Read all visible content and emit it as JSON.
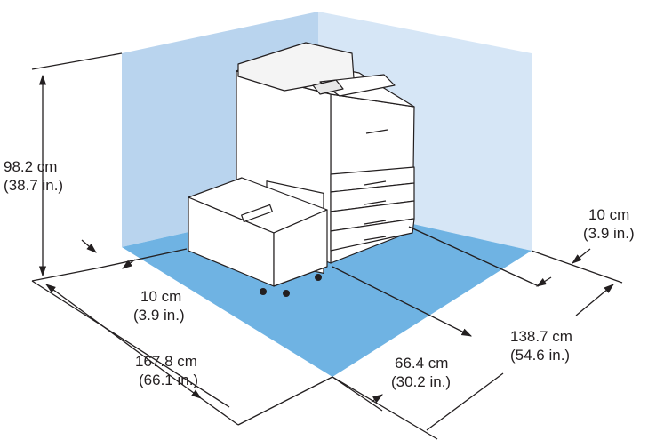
{
  "dimensions": {
    "height": {
      "metric": "98.2 cm",
      "imperial": "(38.7 in.)"
    },
    "left_clearance": {
      "metric": "10 cm",
      "imperial": "(3.9 in.)"
    },
    "right_clearance": {
      "metric": "10 cm",
      "imperial": "(3.9 in.)"
    },
    "total_width": {
      "metric": "167.8 cm",
      "imperial": "(66.1 in.)"
    },
    "printer_depth": {
      "metric": "66.4 cm",
      "imperial": "(30.2 in.)"
    },
    "total_depth": {
      "metric": "138.7 cm",
      "imperial": "(54.6 in.)"
    }
  },
  "colors": {
    "floor": "#6fb3e3",
    "left_wall": "#b9d4ee",
    "right_wall": "#d6e6f6",
    "printer_body": "#ffffff",
    "outline": "#231f20"
  }
}
